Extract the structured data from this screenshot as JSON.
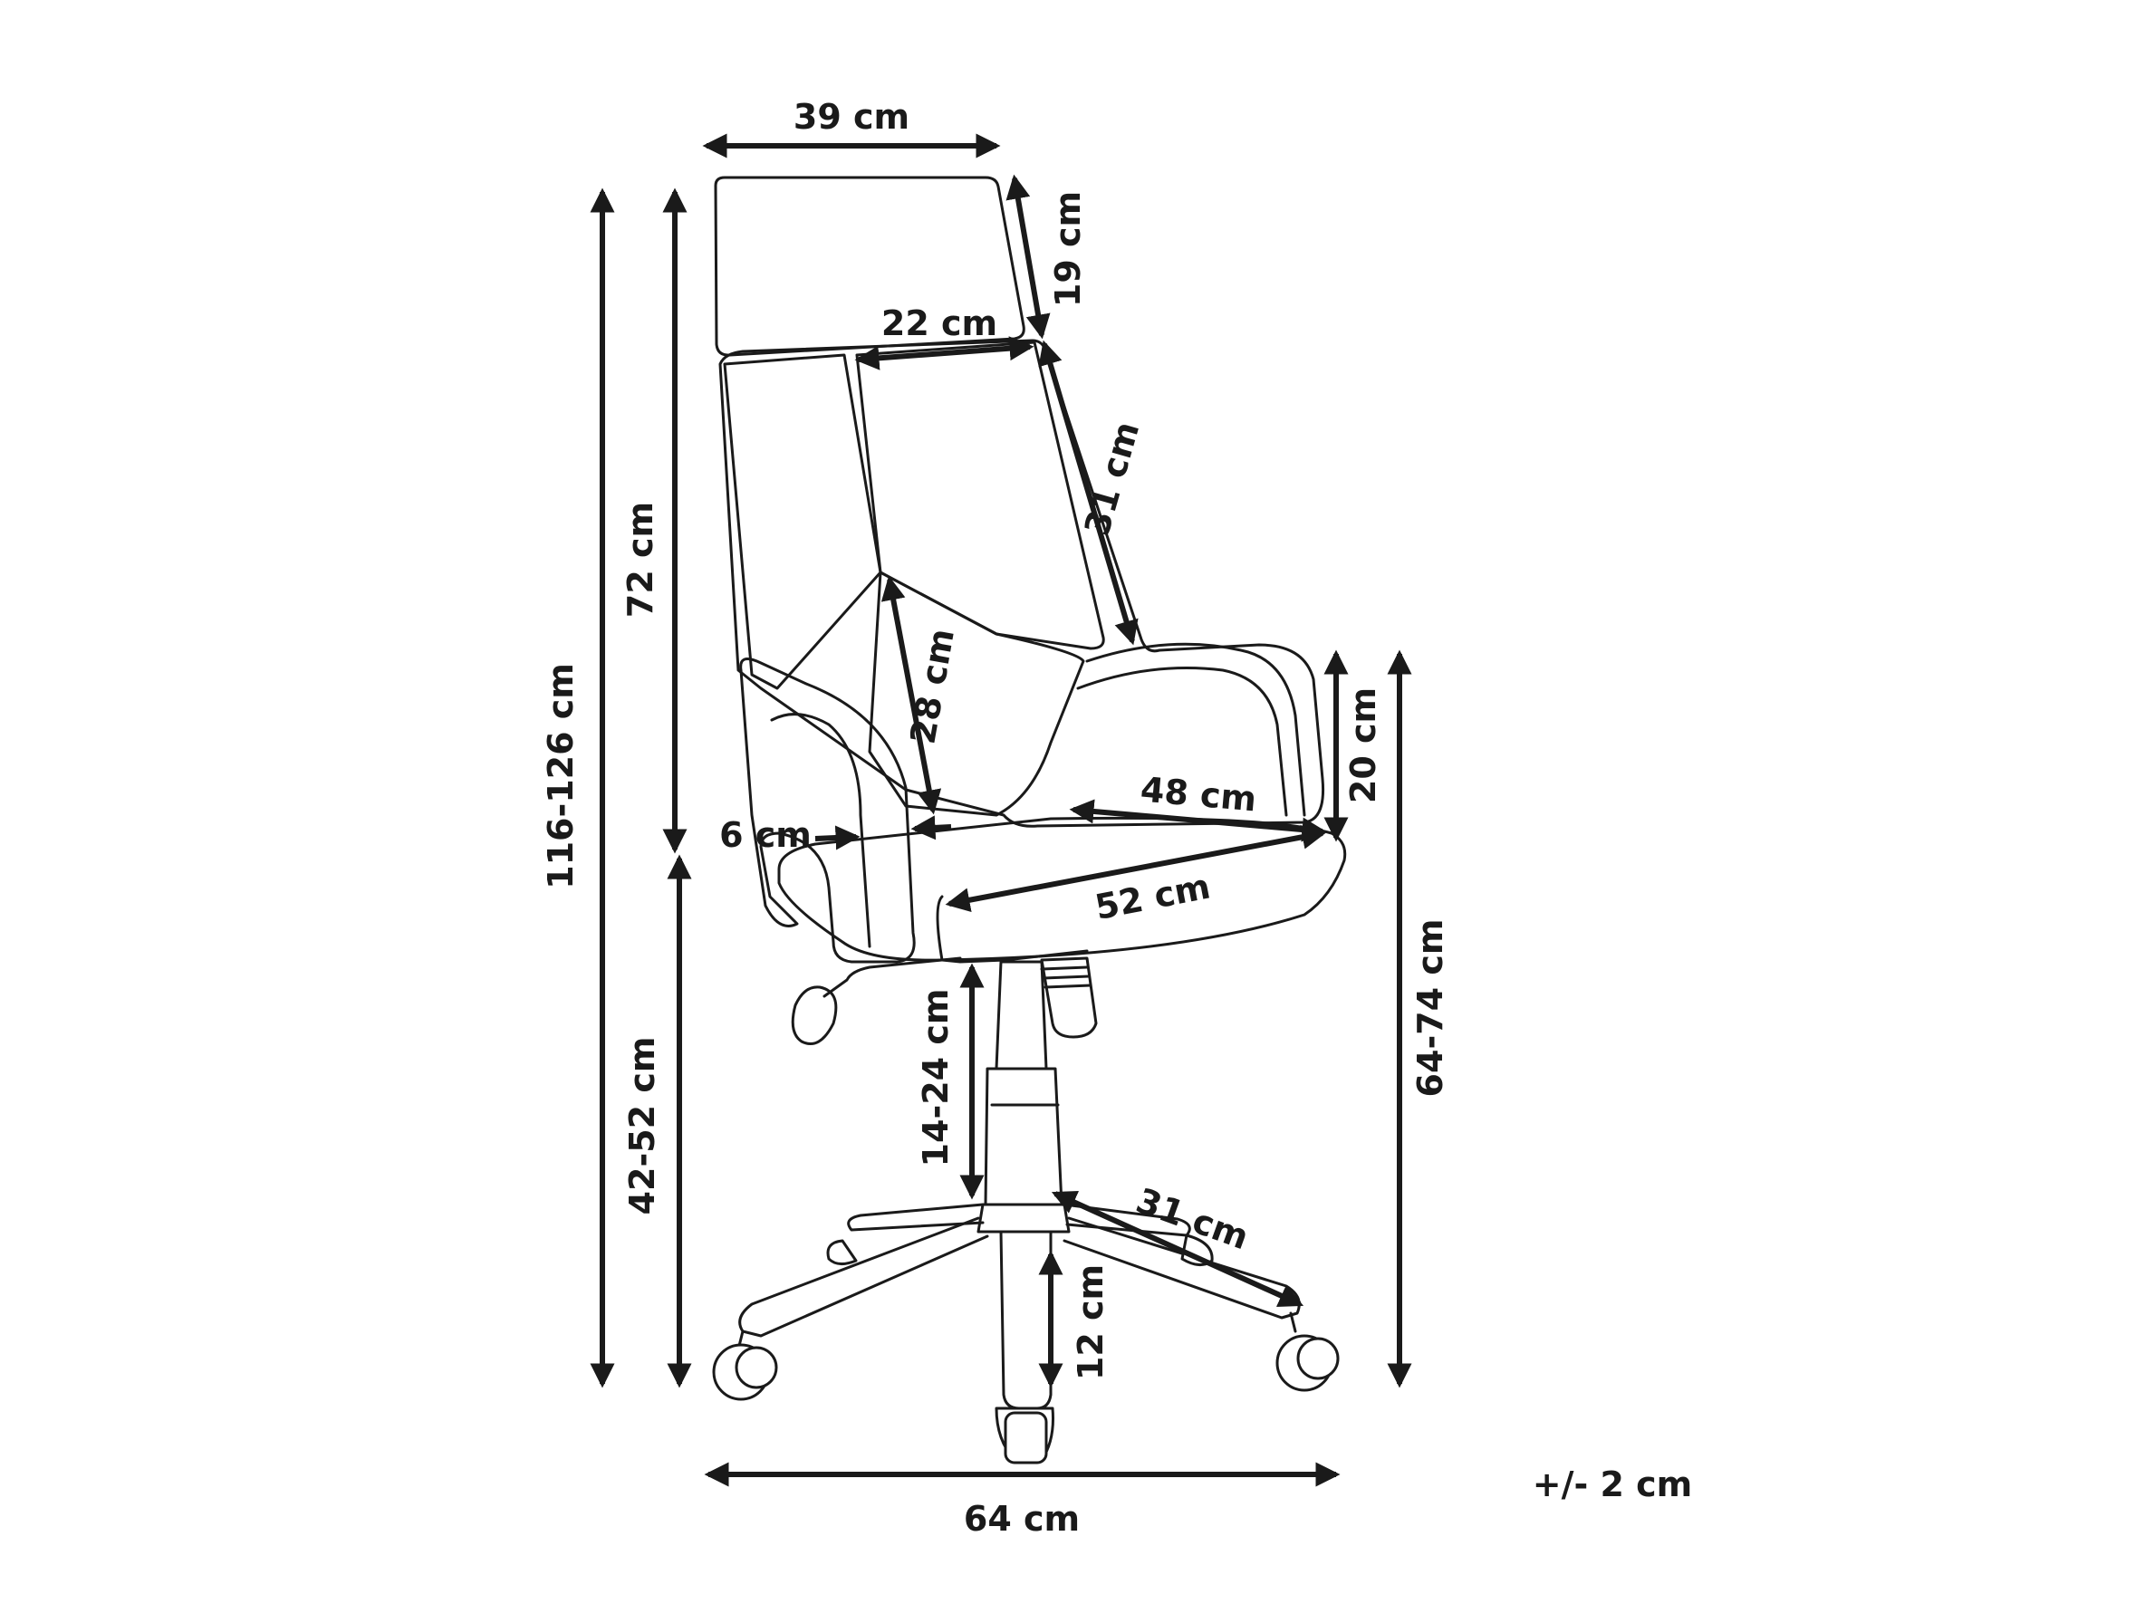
{
  "diagram": {
    "colors": {
      "line": "#1a1a1a",
      "background": "#ffffff"
    },
    "dimensions": {
      "backrest_width": "39 cm",
      "headrest_height": "19 cm",
      "inner_back_width": "22 cm",
      "upper_back_length": "31 cm",
      "back_height": "72 cm",
      "total_height": "116-126 cm",
      "lower_back_length": "28 cm",
      "armrest_height": "20 cm",
      "seat_depth": "48 cm",
      "seat_gap": "6 cm",
      "seat_width": "52 cm",
      "armrest_floor_height": "64-74 cm",
      "gas_lift": "14-24 cm",
      "seat_height": "42-52 cm",
      "base_leg": "31 cm",
      "base_clearance": "12 cm",
      "base_width": "64 cm",
      "tolerance": "+/- 2 cm"
    }
  }
}
